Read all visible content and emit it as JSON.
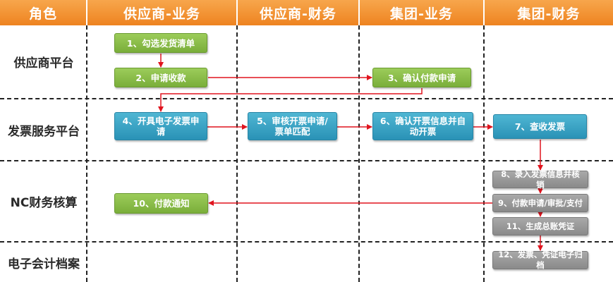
{
  "header": {
    "role": "角色",
    "supplier_business": "供应商-业务",
    "supplier_finance": "供应商-财务",
    "group_business": "集团-业务",
    "group_finance": "集团-财务"
  },
  "rows": {
    "supplier_platform": "供应商平台",
    "invoice_platform": "发票服务平台",
    "nc_accounting": "NC财务核算",
    "e_archive": "电子会计档案"
  },
  "steps": {
    "s1": "1、勾选发货清单",
    "s2": "2、申请收款",
    "s3": "3、确认付款申请",
    "s4": "4、开具电子发票申请",
    "s5": "5、审核开票申请/票单匹配",
    "s6": "6、确认开票信息并自动开票",
    "s7": "7、查收发票",
    "s8": "8、录入发票信息并核销",
    "s9": "9、付款申请/审批/支付",
    "s10": "10、付款通知",
    "s11": "11、生成总账凭证",
    "s12": "12、发票、凭证电子归档"
  },
  "colors": {
    "header": "#f09030",
    "green": "#8bbd4a",
    "blue": "#3aa3c8",
    "gray": "#999999",
    "arrow": "#e0141e"
  }
}
